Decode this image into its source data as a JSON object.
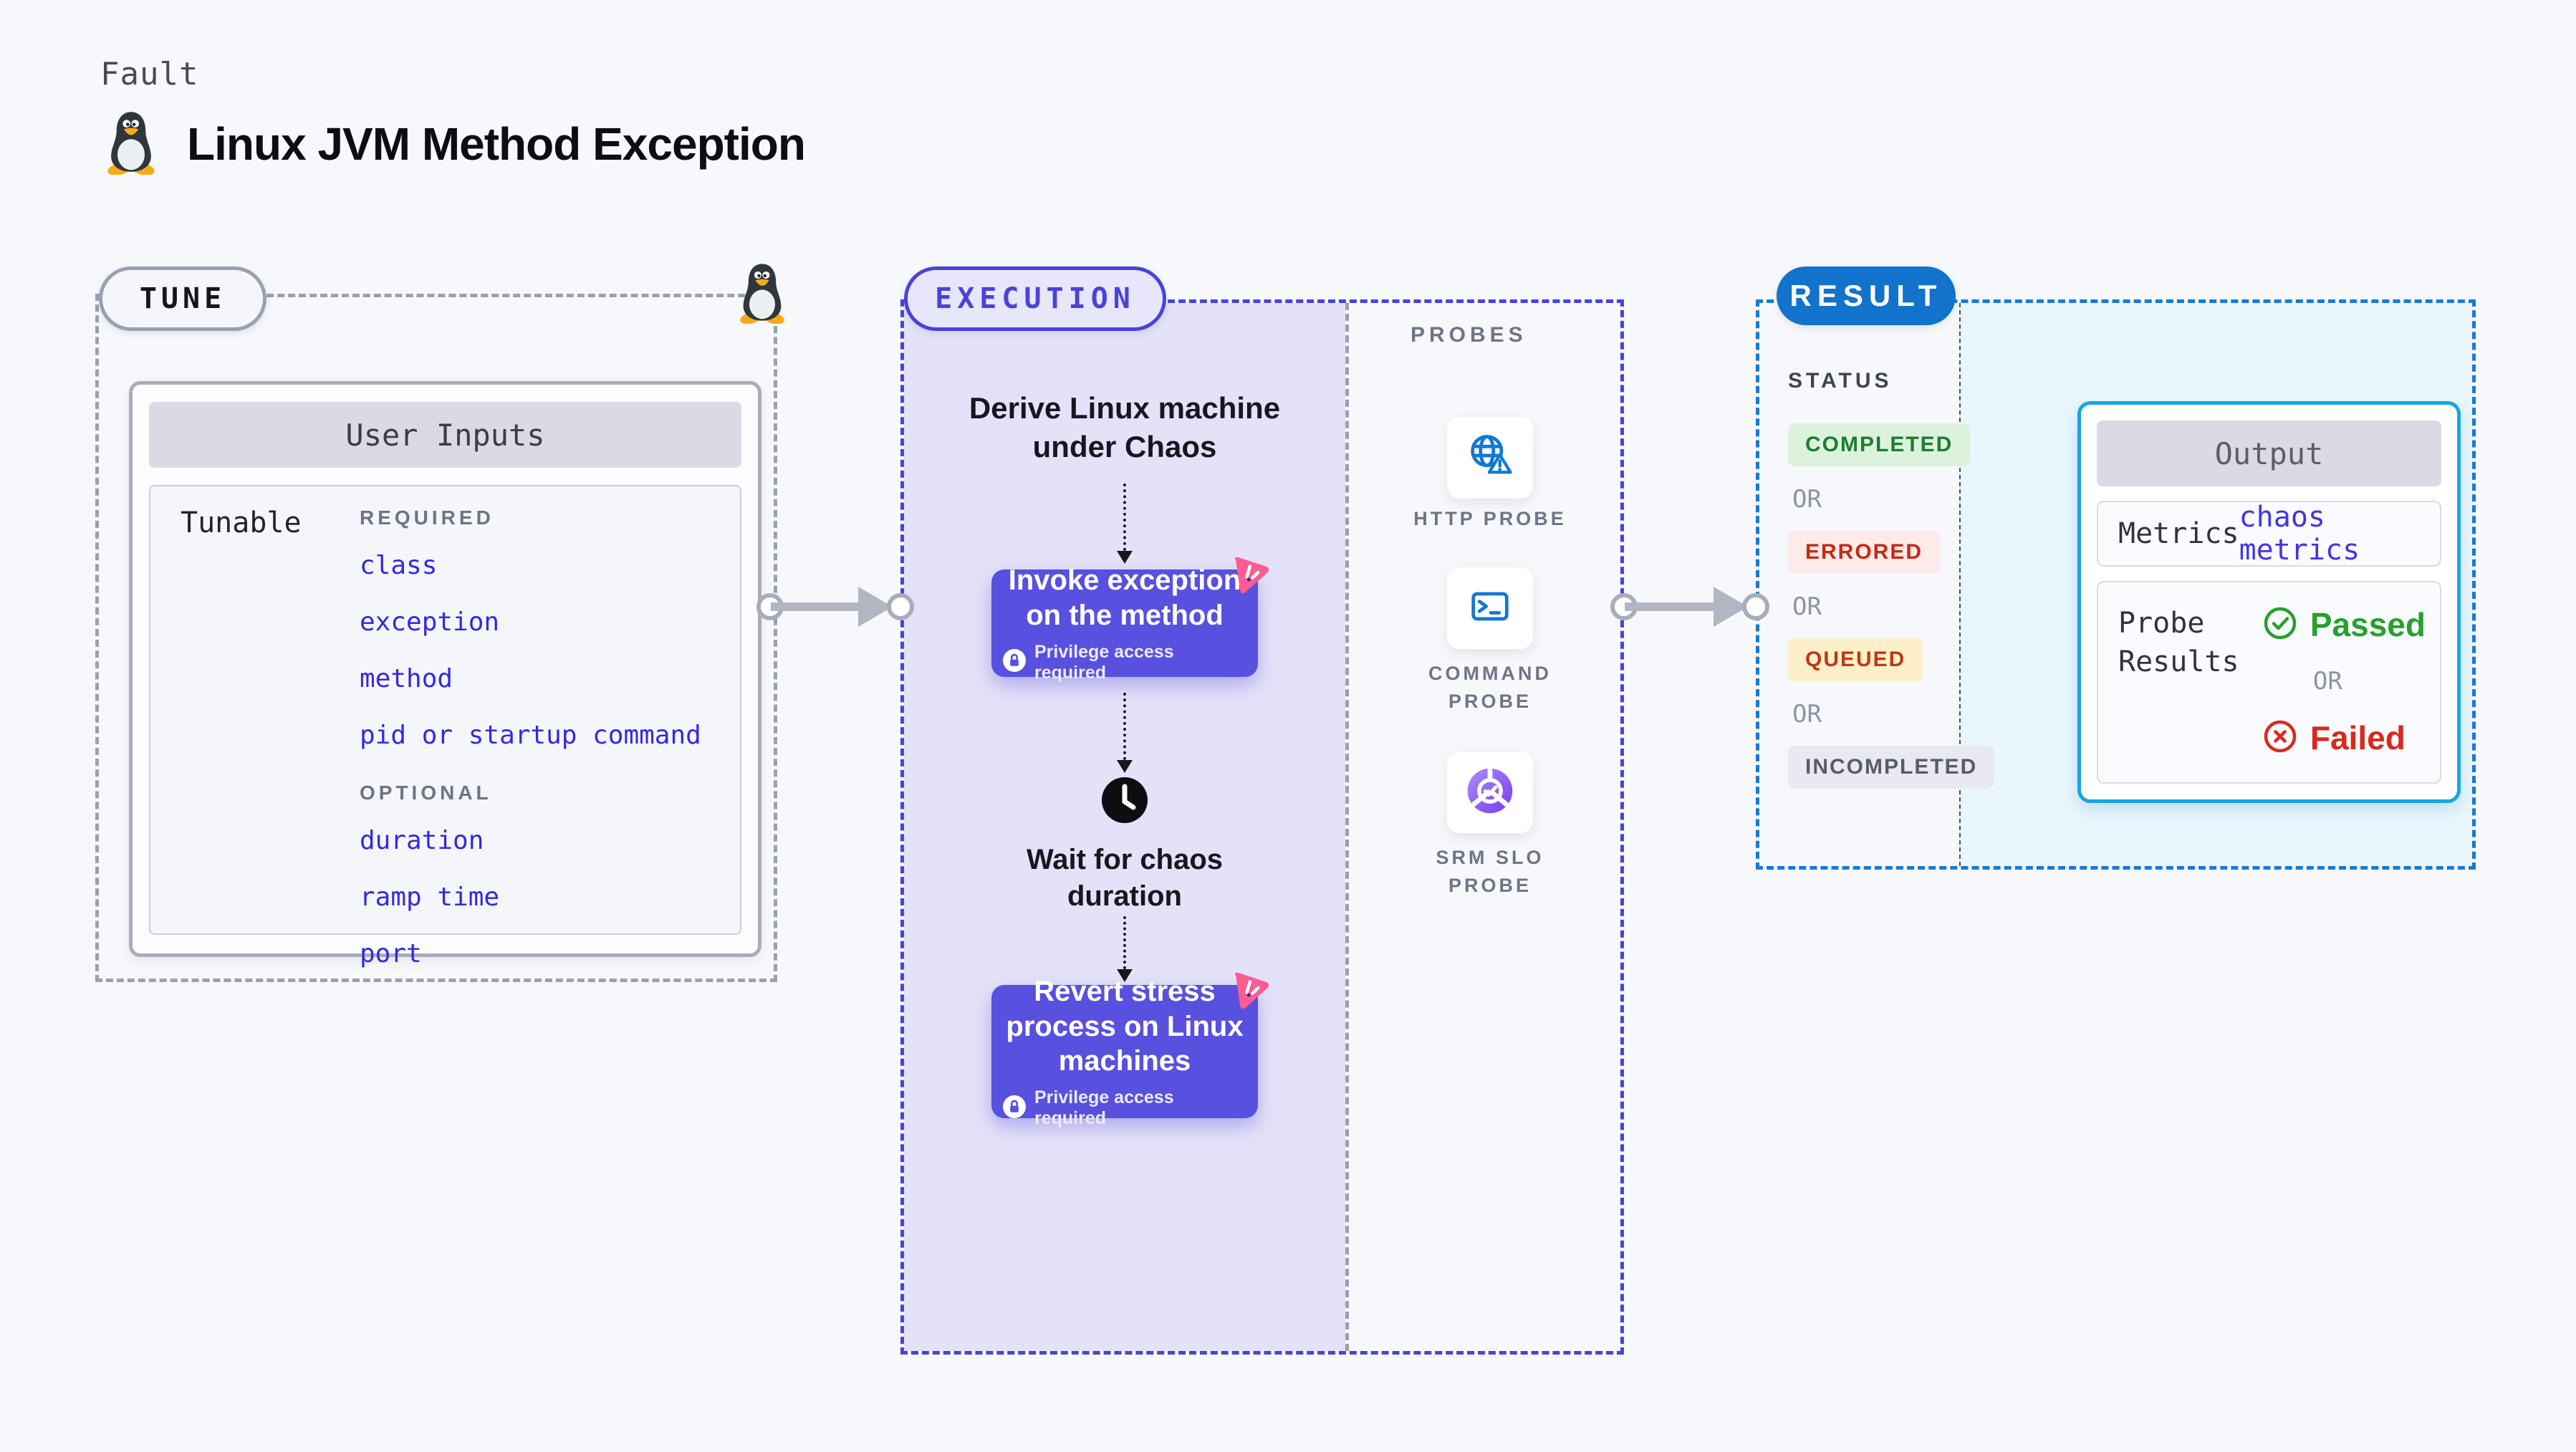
{
  "header": {
    "fault_label": "Fault",
    "title": "Linux JVM Method Exception"
  },
  "tune": {
    "pill_label": "TUNE",
    "user_inputs_title": "User Inputs",
    "tunable_label": "Tunable",
    "required_label": "REQUIRED",
    "required_items": [
      "class",
      "exception",
      "method",
      "pid or startup command"
    ],
    "optional_label": "OPTIONAL",
    "optional_items": [
      "duration",
      "ramp time",
      "port"
    ]
  },
  "execution": {
    "pill_label": "EXECUTION",
    "step_derive": "Derive Linux machine under Chaos",
    "step_invoke": "Invoke exception on the method",
    "privilege_note": "Privilege access required",
    "step_wait": "Wait for chaos duration",
    "step_revert": "Revert stress process on Linux machines"
  },
  "probes": {
    "label": "PROBES",
    "items": [
      {
        "label": "HTTP PROBE",
        "icon": "globe-alert-icon"
      },
      {
        "label": "COMMAND PROBE",
        "icon": "terminal-icon"
      },
      {
        "label": "SRM SLO PROBE",
        "icon": "slo-pie-icon"
      }
    ]
  },
  "result": {
    "pill_label": "RESULT",
    "status_label": "STATUS",
    "or_label": "OR",
    "statuses": [
      {
        "label": "COMPLETED",
        "text_color": "#1d7d31",
        "bg_color": "#ddf2dc"
      },
      {
        "label": "ERRORED",
        "text_color": "#c62a17",
        "bg_color": "#fcebe9"
      },
      {
        "label": "QUEUED",
        "text_color": "#bb3a17",
        "bg_color": "#fdf0c9"
      },
      {
        "label": "INCOMPLETED",
        "text_color": "#575c6b",
        "bg_color": "#e9e9f1"
      }
    ],
    "output": {
      "title": "Output",
      "metrics_label": "Metrics",
      "metrics_value": "chaos metrics",
      "probe_results_label": "Probe Results",
      "passed_label": "Passed",
      "or_label": "OR",
      "failed_label": "Failed"
    }
  },
  "colors": {
    "page_bg": "#f7f8fc",
    "accent_purple": "#4943da",
    "button_purple": "#5850de",
    "lavender_bg": "#e4e2f8",
    "accent_pink": "#fb5d93",
    "accent_blue": "#1173cb",
    "light_blue_bg": "#e9f6fd",
    "output_border": "#17a5e1",
    "link_blue": "#3628df",
    "passed_green": "#27a12c",
    "failed_red": "#d8291c",
    "probe_icon_blue": "#1478d3"
  }
}
